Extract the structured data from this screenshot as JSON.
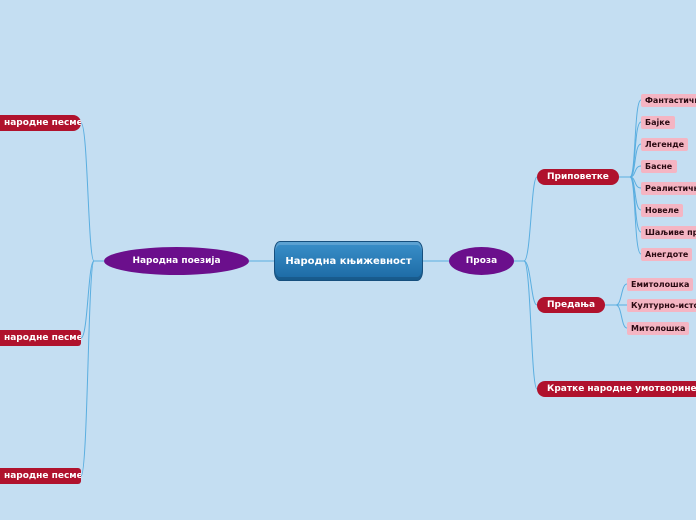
{
  "central": "Народна књижевност",
  "poezija": {
    "label": "Народна поезија",
    "children": [
      "народне песме",
      "народне песме",
      "народне песме"
    ]
  },
  "proza": {
    "label": "Проза",
    "pripovetke": {
      "label": "Приповетке",
      "items": [
        "Фантастичн",
        "Бајке",
        "Легенде",
        "Басне",
        "Реалистичн",
        "Новеле",
        "Шаљиве пр",
        "Анегдоте"
      ]
    },
    "predanja": {
      "label": "Предања",
      "items": [
        "Емитолошка",
        "Културно-исто",
        "Митолошка"
      ]
    },
    "kratke": {
      "label": "Кратке народне умотворине"
    }
  },
  "colors": {
    "background": "#c4def2",
    "central": "#1c6aa4",
    "level1": "#6b0f8c",
    "level2": "#b0122d",
    "leaf": "#f4b5c3",
    "link": "#5aaee0"
  }
}
